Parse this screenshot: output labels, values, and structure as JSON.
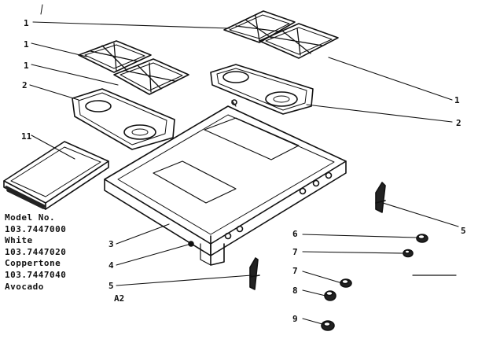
{
  "model": {
    "lines": [
      "Model No.",
      "103.7447000",
      "White",
      "103.7447020",
      "Coppertone",
      "103.7447040",
      "Avocado"
    ]
  },
  "callouts": {
    "grate_top": "1",
    "grate_left_a": "1",
    "grate_left_b": "1",
    "grate_right": "1",
    "burner_box_left": "2",
    "burner_box_right": "2",
    "broiler_pan": "11",
    "frame": "3",
    "screw": "4",
    "bracket_left": "5",
    "bracket_left_sub": "A2",
    "bracket_right": "5",
    "knob_a": "6",
    "knob_b": "7",
    "knob_c": "7",
    "knob_d": "8",
    "knob_e": "9"
  }
}
